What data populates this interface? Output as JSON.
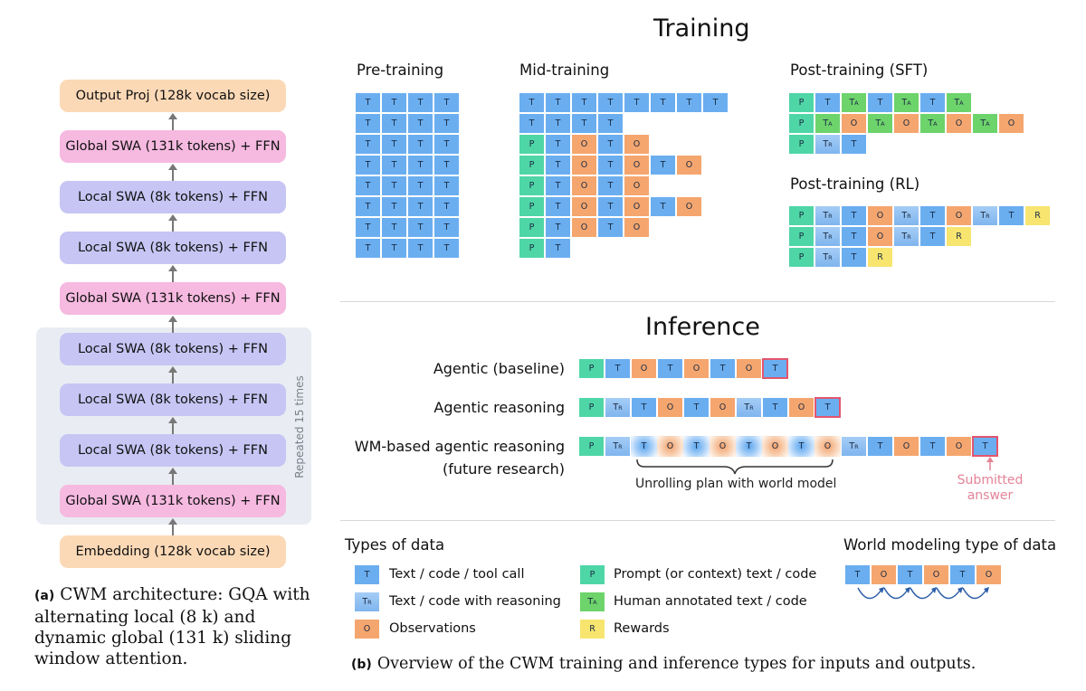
{
  "architecture": {
    "output": "Output Proj  (128k vocab size)",
    "global_top": "Global SWA  (131k tokens)  + FFN",
    "local_1": "Local SWA  (8k tokens)  + FFN",
    "local_2": "Local SWA  (8k tokens)  + FFN",
    "global_mid": "Global SWA  (131k tokens)  + FFN",
    "local_3": "Local SWA  (8k tokens)  + FFN",
    "local_4": "Local SWA  (8k tokens)  + FFN",
    "local_5": "Local SWA  (8k tokens)  + FFN",
    "global_bottom": "Global SWA  (131k tokens)  + FFN",
    "embedding": "Embedding  (128k vocab size)",
    "repeat_label": "Repeated 15 times",
    "caption_tag": "(a)",
    "caption_text": "CWM architecture: GQA with alternating local (8 k) and dynamic global (131 k) sliding window attention."
  },
  "training": {
    "title": "Training",
    "pretraining": {
      "label": "Pre-training",
      "rows": [
        [
          "T",
          "T",
          "T",
          "T"
        ],
        [
          "T",
          "T",
          "T",
          "T"
        ],
        [
          "T",
          "T",
          "T",
          "T"
        ],
        [
          "T",
          "T",
          "T",
          "T"
        ],
        [
          "T",
          "T",
          "T",
          "T"
        ],
        [
          "T",
          "T",
          "T",
          "T"
        ],
        [
          "T",
          "T",
          "T",
          "T"
        ],
        [
          "T",
          "T",
          "T",
          "T"
        ]
      ]
    },
    "midtraining": {
      "label": "Mid-training",
      "rows": [
        [
          "T",
          "T",
          "T",
          "T",
          "T",
          "T",
          "T",
          "T"
        ],
        [
          "T",
          "T",
          "T",
          "T"
        ],
        [
          "P",
          "T",
          "O",
          "T",
          "O"
        ],
        [
          "P",
          "T",
          "O",
          "T",
          "O",
          "T",
          "O"
        ],
        [
          "P",
          "T",
          "O",
          "T",
          "O"
        ],
        [
          "P",
          "T",
          "O",
          "T",
          "O",
          "T",
          "O"
        ],
        [
          "P",
          "T",
          "O",
          "T",
          "O"
        ],
        [
          "P",
          "T"
        ]
      ]
    },
    "sft": {
      "label": "Post-training (SFT)",
      "rows": [
        [
          "P",
          "T",
          "A",
          "T",
          "A",
          "T",
          "A"
        ],
        [
          "P",
          "A",
          "O",
          "A",
          "O",
          "A",
          "O",
          "A",
          "O"
        ],
        [
          "P",
          "TR",
          "T"
        ]
      ]
    },
    "rl": {
      "label": "Post-training (RL)",
      "rows": [
        [
          "P",
          "TR",
          "T",
          "O",
          "TR",
          "T",
          "O",
          "TR",
          "T",
          "R"
        ],
        [
          "P",
          "TR",
          "T",
          "O",
          "TR",
          "T",
          "R"
        ],
        [
          "P",
          "TR",
          "T",
          "R"
        ]
      ]
    }
  },
  "inference": {
    "title": "Inference",
    "rows": [
      {
        "label": "Agentic (baseline)",
        "tokens": [
          "P",
          "T",
          "O",
          "T",
          "O",
          "T",
          "O",
          "T*"
        ]
      },
      {
        "label": "Agentic reasoning",
        "tokens": [
          "P",
          "TR",
          "T",
          "O",
          "T",
          "O",
          "TR",
          "T",
          "O",
          "T*"
        ]
      },
      {
        "label": "WM-based agentic reasoning",
        "label2": "(future research)",
        "tokens": [
          "P",
          "TR",
          "TG",
          "OG",
          "TG",
          "OG",
          "TG",
          "OG",
          "TG",
          "OG",
          "TR",
          "T",
          "O",
          "T",
          "O",
          "T*"
        ]
      }
    ],
    "brace_label": "Unrolling plan with world model",
    "submitted_line1": "Submitted",
    "submitted_line2": "answer"
  },
  "legend": {
    "title": "Types of data",
    "items": [
      {
        "type": "T",
        "text": "Text / code / tool call"
      },
      {
        "type": "TR",
        "text": "Text / code with reasoning"
      },
      {
        "type": "O",
        "text": "Observations"
      },
      {
        "type": "P",
        "text": "Prompt (or context)  text / code"
      },
      {
        "type": "A",
        "text": "Human annotated text / code"
      },
      {
        "type": "R",
        "text": "Rewards"
      }
    ],
    "wm_title": "World modeling type of data",
    "wm_tokens": [
      "T",
      "O",
      "T",
      "O",
      "T",
      "O"
    ]
  },
  "glyphs": {
    "T": "T",
    "O": "O",
    "P": "P",
    "R": "R",
    "T_sub": "R",
    "A_sub": "A"
  },
  "colors": {
    "T": "#6aaef0",
    "O": "#f5a66e",
    "P": "#4fd6a6",
    "A": "#6dd36b",
    "R": "#f7e56f",
    "highlight": "#e2566e"
  },
  "caption_b_tag": "(b)",
  "caption_b_text": "Overview of the CWM training and inference types for inputs and outputs."
}
